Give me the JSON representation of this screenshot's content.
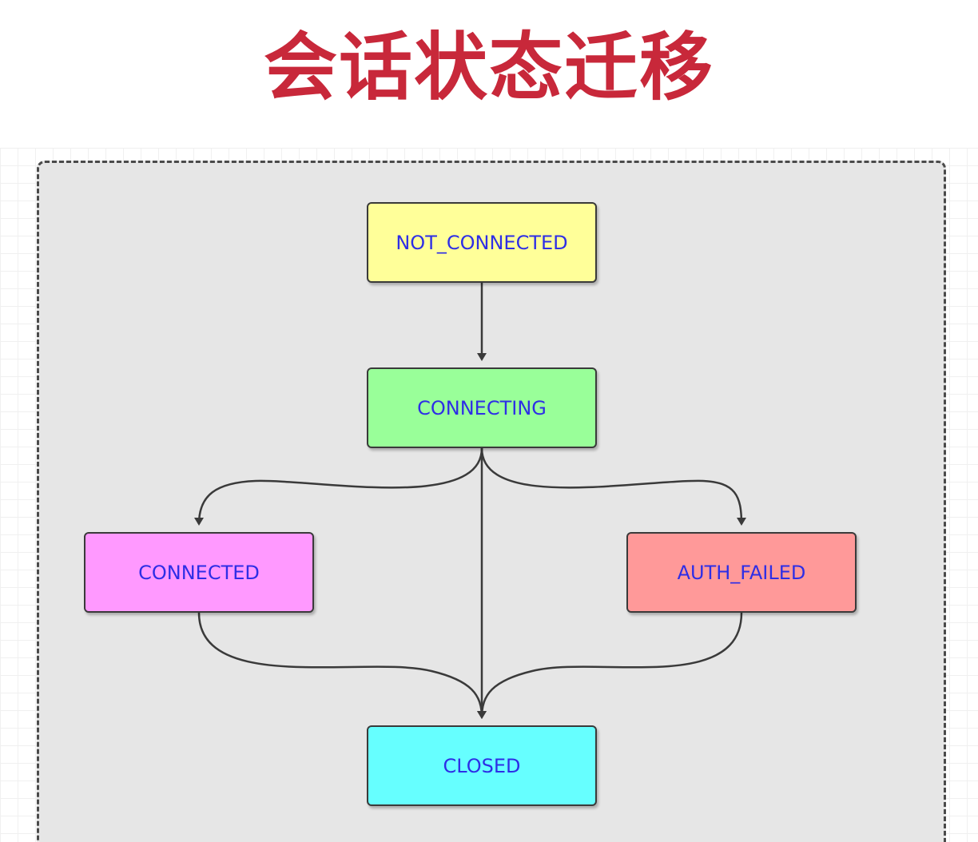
{
  "title": "会话状态迁移",
  "colors": {
    "title": "#c8283a",
    "label": "#2e2ee6",
    "frame_bg": "#e6e6e6",
    "edge": "#3a3a3a"
  },
  "nodes": [
    {
      "id": "not_connected",
      "label": "NOT_CONNECTED",
      "color": "#ffff99"
    },
    {
      "id": "connecting",
      "label": "CONNECTING",
      "color": "#99ff99"
    },
    {
      "id": "connected",
      "label": "CONNECTED",
      "color": "#ff99ff"
    },
    {
      "id": "auth_failed",
      "label": "AUTH_FAILED",
      "color": "#ff9999"
    },
    {
      "id": "closed",
      "label": "CLOSED",
      "color": "#66ffff"
    }
  ],
  "edges": [
    {
      "from": "not_connected",
      "to": "connecting"
    },
    {
      "from": "connecting",
      "to": "connected"
    },
    {
      "from": "connecting",
      "to": "auth_failed"
    },
    {
      "from": "connecting",
      "to": "closed"
    },
    {
      "from": "connected",
      "to": "closed"
    },
    {
      "from": "auth_failed",
      "to": "closed"
    }
  ]
}
